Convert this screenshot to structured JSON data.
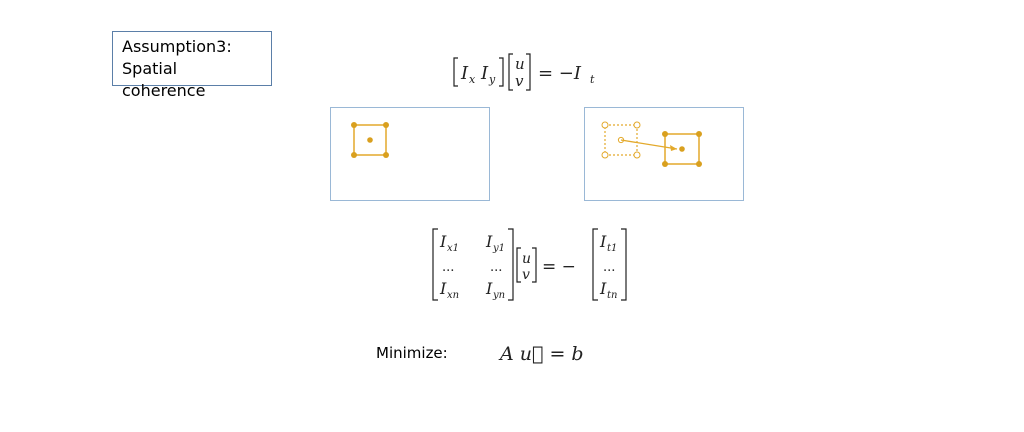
{
  "assumption": {
    "line1": "Assumption3:",
    "line2": "Spatial coherence"
  },
  "minimize_label": "Minimize:",
  "colors": {
    "box_border": "#5b7fa8",
    "frame_border": "#9ab8d6",
    "patch": "#e3a92b",
    "patch_dot": "#d9a01f"
  },
  "equations": {
    "brightness_constancy": {
      "lhs_I": "I",
      "lhs_sub_x": "x",
      "lhs_sub_y": "y",
      "u": "u",
      "v": "v",
      "rhs": "= −I",
      "rhs_sub": "t"
    },
    "matrix_system": {
      "I": "I",
      "sub_x1": "x1",
      "sub_y1": "y1",
      "sub_xn": "xn",
      "sub_yn": "yn",
      "dots": "...",
      "u": "u",
      "v": "v",
      "eq": "= −",
      "sub_t1": "t1",
      "sub_tn": "tn"
    },
    "least_squares": "A u⃗ = b"
  }
}
